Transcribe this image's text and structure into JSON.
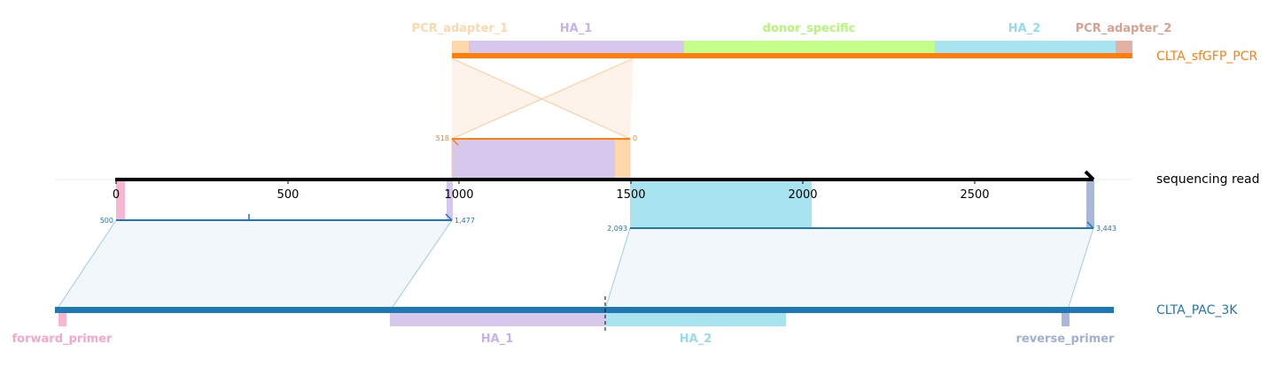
{
  "top_reference": {
    "name": "CLTA_sfGFP_PCR",
    "color": "#ff7f0e",
    "features": [
      {
        "label": "PCR_adapter_1",
        "color": "#fdd8ab",
        "text_color": "#fdd8ab"
      },
      {
        "label": "HA_1",
        "color": "#d6c7ec",
        "text_color": "#c9b2e6"
      },
      {
        "label": "donor_specific",
        "color": "#c4ff8c",
        "text_color": "#b6f57a"
      },
      {
        "label": "HA_2",
        "color": "#a8e4ef",
        "text_color": "#95dcea"
      },
      {
        "label": "PCR_adapter_2",
        "color": "#e2b0a4",
        "text_color": "#d9a08f"
      }
    ]
  },
  "read": {
    "name": "sequencing read",
    "ticks": [
      "0",
      "500",
      "1000",
      "1500",
      "2000",
      "2500"
    ],
    "top_alignment": {
      "start_label": "518",
      "end_label": "0"
    },
    "left_alignment": {
      "start_label": "500",
      "end_label": "1,477"
    },
    "right_alignment": {
      "start_label": "2,093",
      "end_label": "3,443"
    }
  },
  "bottom_reference": {
    "name": "CLTA_PAC_3K",
    "color": "#1f77b4",
    "features": [
      {
        "label": "forward_primer",
        "color": "#f7b6d2",
        "text_color": "#f7a6cc"
      },
      {
        "label": "HA_1",
        "color": "#d6c7ec",
        "text_color": "#c9b2e6"
      },
      {
        "label": "HA_2",
        "color": "#a8e4ef",
        "text_color": "#95dcea"
      },
      {
        "label": "reverse_primer",
        "color": "#aab8d8",
        "text_color": "#9fb0d3"
      }
    ]
  }
}
